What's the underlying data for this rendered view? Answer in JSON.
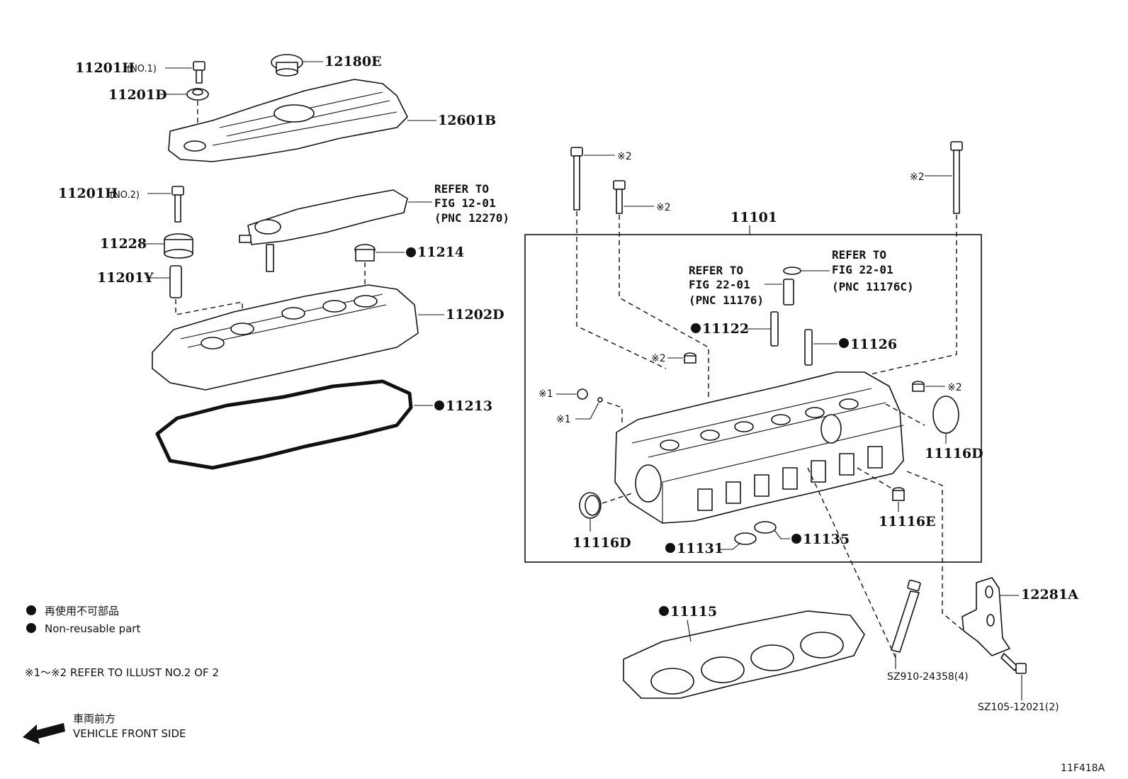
{
  "figure_code": "11F418A",
  "legend": {
    "non_reusable_jp": "再使用不可部品",
    "non_reusable_en": "Non-reusable part",
    "refer_note": "※1～※2 REFER TO ILLUST NO.2 OF 2",
    "front_jp": "車両前方",
    "front_en": "VEHICLE FRONT SIDE"
  },
  "assembly": {
    "number": "11101"
  },
  "parts": {
    "p11201H_no1": "11201H",
    "p11201H_no1_sub": "(NO.1)",
    "p12180E": "12180E",
    "p11201D": "11201D",
    "p12601B": "12601B",
    "p11201H_no2": "11201H",
    "p11201H_no2_sub": "(NO.2)",
    "p11228": "11228",
    "p11214": "11214",
    "p11201Y": "11201Y",
    "p11202D": "11202D",
    "p11213": "11213",
    "p11122": "11122",
    "p11126": "11126",
    "p11116D_right": "11116D",
    "p11116D_left": "11116D",
    "p11116E": "11116E",
    "p11131": "11131",
    "p11135": "11135",
    "p11115": "11115",
    "p12281A": "12281A",
    "sz910": "SZ910-24358(4)",
    "sz105": "SZ105-12021(2)"
  },
  "refs": {
    "fig1201": {
      "line1": "REFER TO",
      "line2": "FIG 12-01",
      "line3": "(PNC 12270)"
    },
    "fig2201a": {
      "line1": "REFER TO",
      "line2": "FIG 22-01",
      "line3": "(PNC 11176)"
    },
    "fig2201b": {
      "line1": "REFER TO",
      "line2": "FIG 22-01",
      "line3": "(PNC 11176C)"
    }
  },
  "marks": {
    "m2_a": "※2",
    "m2_b": "※2",
    "m2_c": "※2",
    "m2_d": "※2",
    "m2_e": "※2",
    "m1_a": "※1",
    "m1_b": "※1"
  }
}
